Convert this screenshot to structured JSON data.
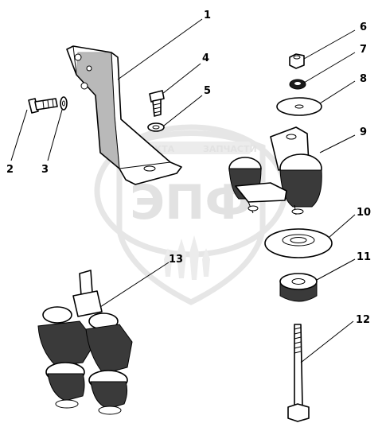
{
  "watermark": {
    "logo_text": "ЭПФ",
    "band_text_left": "ТРАКТА",
    "band_text_right": "ЗАПЧАСТИ"
  },
  "callouts": [
    {
      "id": "c1",
      "label": "1"
    },
    {
      "id": "c2",
      "label": "2"
    },
    {
      "id": "c3",
      "label": "3"
    },
    {
      "id": "c4",
      "label": "4"
    },
    {
      "id": "c5",
      "label": "5"
    },
    {
      "id": "c6",
      "label": "6"
    },
    {
      "id": "c7",
      "label": "7"
    },
    {
      "id": "c8",
      "label": "8"
    },
    {
      "id": "c9",
      "label": "9"
    },
    {
      "id": "c10",
      "label": "10"
    },
    {
      "id": "c11",
      "label": "11"
    },
    {
      "id": "c12",
      "label": "12"
    },
    {
      "id": "c13",
      "label": "13"
    }
  ]
}
